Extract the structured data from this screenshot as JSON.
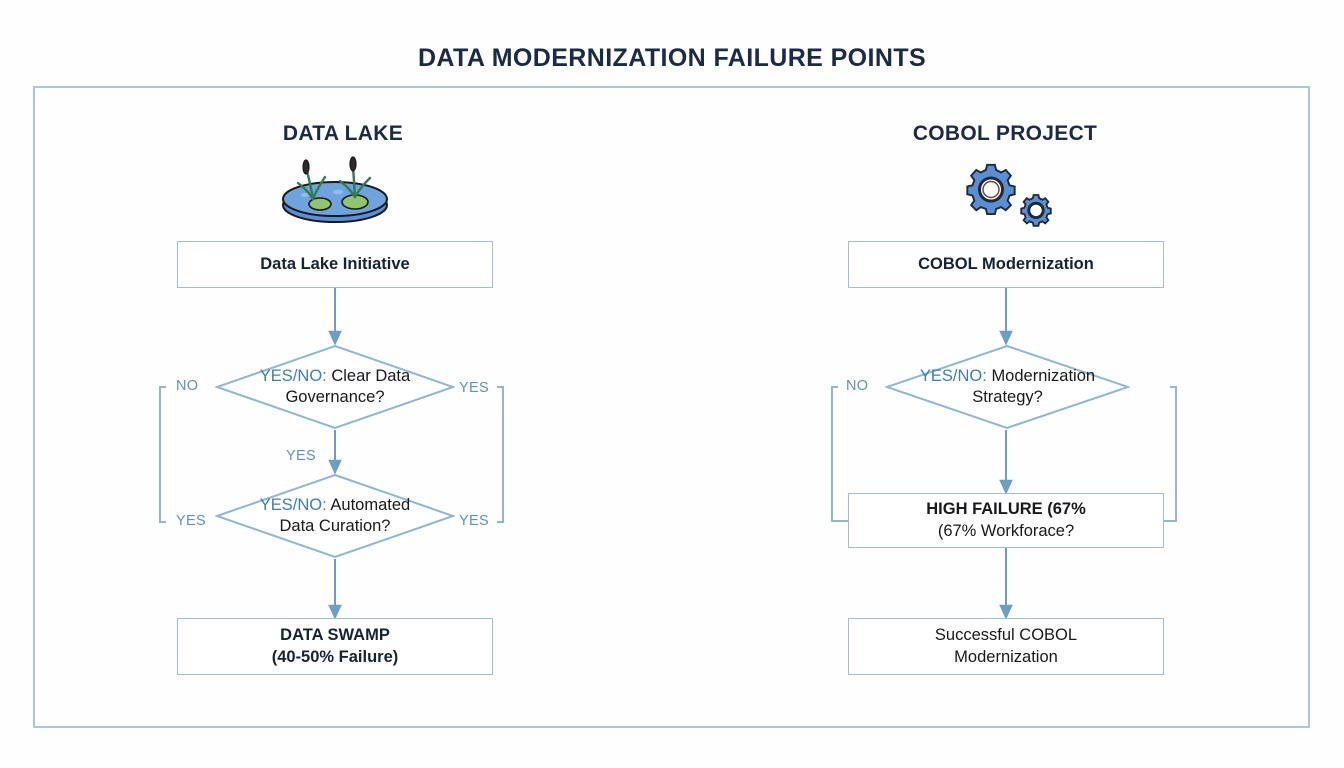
{
  "page": {
    "title": "DATA MODERNIZATION FAILURE POINTS",
    "background_color": "#fefefe",
    "frame_border_color": "#a8c6dd",
    "accent_color": "#5f92b8",
    "title_color": "#1b2b45"
  },
  "columns": [
    {
      "id": "data-lake",
      "header": "DATA LAKE",
      "icon": "lake-pond-icon",
      "nodes": [
        {
          "id": "dl-start",
          "type": "process",
          "lines": [
            "Data Lake Initiative"
          ],
          "bold": true
        },
        {
          "id": "dl-decision-1",
          "type": "decision",
          "prefix": "YES/NO:",
          "lines": [
            "Clear Data",
            "Governance?"
          ]
        },
        {
          "id": "dl-decision-2",
          "type": "decision",
          "prefix": "YES/NO:",
          "lines": [
            "Automated",
            "Data Curation?"
          ]
        },
        {
          "id": "dl-end",
          "type": "terminal",
          "lines": [
            "DATA SWAMP",
            "(40-50% Failure)"
          ],
          "bold": true
        }
      ],
      "edge_labels": {
        "d1_left": "NO",
        "d1_right": "YES",
        "d1_down": "YES",
        "d2_left": "YES",
        "d2_right": "YES"
      }
    },
    {
      "id": "cobol-project",
      "header": "COBOL PROJECT",
      "icon": "gears-icon",
      "nodes": [
        {
          "id": "cb-start",
          "type": "process",
          "lines": [
            "COBOL Modernization"
          ],
          "bold": true
        },
        {
          "id": "cb-decision-1",
          "type": "decision",
          "prefix": "YES/NO:",
          "lines": [
            "Modernization",
            "Strategy?"
          ]
        },
        {
          "id": "cb-fail",
          "type": "terminal",
          "lines": [
            "HIGH FAILURE (67%",
            "(67% Workforace?"
          ],
          "bold_first_line": true
        },
        {
          "id": "cb-end",
          "type": "process",
          "lines": [
            "Successful COBOL",
            "Modernization"
          ],
          "bold": false
        }
      ],
      "edge_labels": {
        "d1_left": "NO"
      }
    }
  ]
}
